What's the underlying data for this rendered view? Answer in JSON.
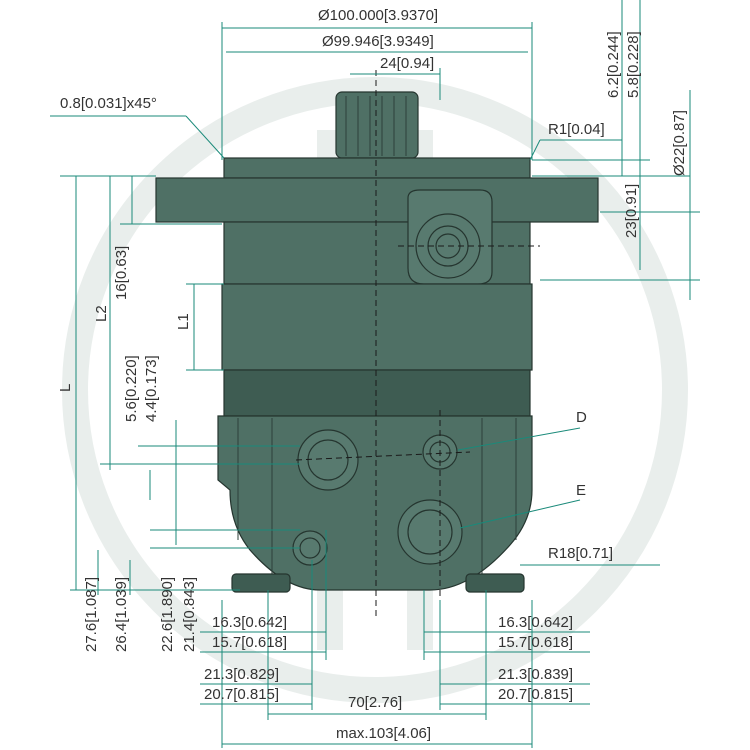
{
  "dimensions": {
    "diameter_outer": "Ø100.000[3.9370]",
    "diameter_inner": "Ø99.946[3.9349]",
    "shaft_width": "24[0.94]",
    "chamfer": "0.8[0.031]x45°",
    "radius_top": "R1[0.04]",
    "height_62": "6.2[0.244]",
    "height_58": "5.8[0.228]",
    "diameter_22": "Ø22[0.87]",
    "height_23": "23[0.91]",
    "height_16": "16[0.63]",
    "label_l2": "L2",
    "label_l1": "L1",
    "label_l": "L",
    "height_56": "5.6[0.220]",
    "height_44": "4.4[0.173]",
    "label_d": "D",
    "label_e": "E",
    "radius_18": "R18[0.71]",
    "height_276": "27.6[1.087]",
    "height_264": "26.4[1.039]",
    "height_226": "22.6[1.890]",
    "height_214": "21.4[0.843]",
    "left_163": "16.3[0.642]",
    "left_157": "15.7[0.618]",
    "left_213": "21.3[0.829]",
    "left_207": "20.7[0.815]",
    "right_163": "16.3[0.642]",
    "right_157": "15.7[0.618]",
    "right_213": "21.3[0.839]",
    "right_207": "20.7[0.815]",
    "width_70": "70[2.76]",
    "width_max": "max.103[4.06]"
  },
  "colors": {
    "body": "#4f7065",
    "dimension_line": "#1a8a7a",
    "text": "#333333"
  }
}
